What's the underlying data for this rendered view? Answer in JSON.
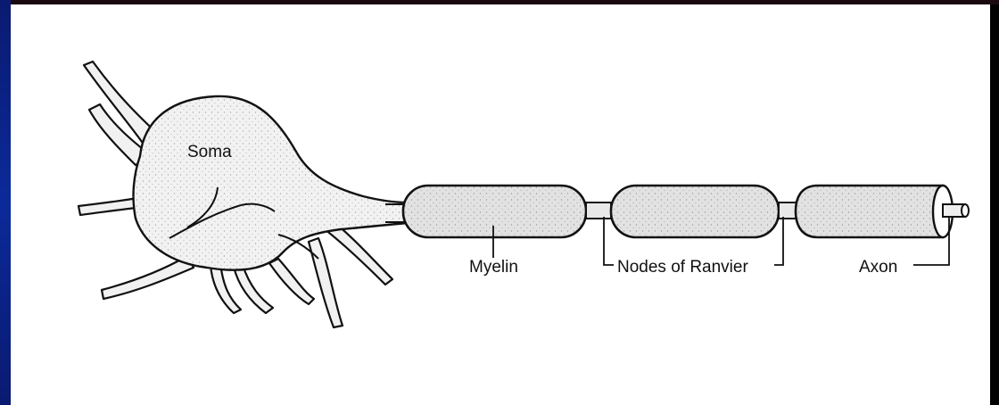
{
  "labels": {
    "soma": "Soma",
    "myelin": "Myelin",
    "nodes": "Nodes of Ranvier",
    "axon": "Axon"
  },
  "colors": {
    "frame": "#000000",
    "accent_bar": "#0b2a9a",
    "cell_fill": "#f1f1f1",
    "myelin_fill": "#e2e2e2",
    "ink": "#111111"
  }
}
